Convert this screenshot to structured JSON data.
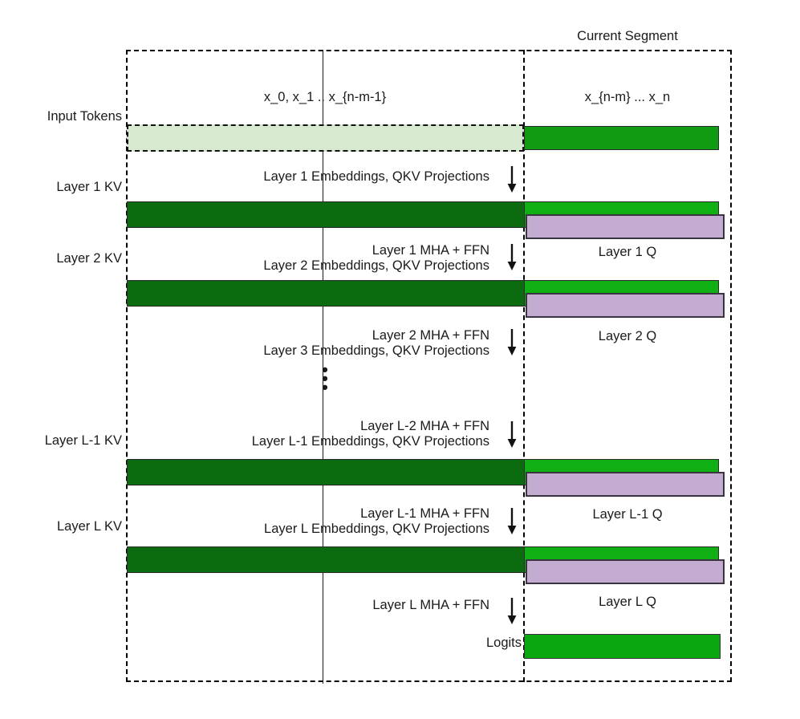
{
  "diagram": {
    "title_top_right": "Current Segment",
    "column_labels": {
      "past": "x_0, x_1 .. x_{n-m-1}",
      "current": "x_{n-m} ... x_n"
    },
    "row_labels": [
      "Input Tokens",
      "Layer 1 KV",
      "Layer 2 KV",
      "Layer L-1 KV",
      "Layer L KV",
      "Logits"
    ],
    "transition_labels": [
      {
        "line1": "",
        "line2": "Layer 1 Embeddings, QKV Projections"
      },
      {
        "line1": "Layer 1 MHA + FFN",
        "line2": "Layer 2 Embeddings, QKV Projections"
      },
      {
        "line1": "Layer 2 MHA + FFN",
        "line2": "Layer 3 Embeddings, QKV Projections"
      },
      {
        "line1": "Layer L-2 MHA + FFN",
        "line2": "Layer L-1 Embeddings, QKV Projections"
      },
      {
        "line1": "Layer L-1 MHA + FFN",
        "line2": "Layer L Embeddings, QKV Projections"
      },
      {
        "line1": "Layer L MHA + FFN",
        "line2": ""
      }
    ],
    "q_labels": [
      "Layer 1 Q",
      "Layer 2 Q",
      "Layer L-1 Q",
      "Layer L Q"
    ],
    "vertical_ellipsis": "⋮",
    "colors": {
      "kv_dark_green": "#0a6b0f",
      "kv_bright_green": "#10b015",
      "q_purple": "#c3abd2",
      "input_pale_green": "#d8e9d2",
      "logits_green": "#0aa80e",
      "outline": "#2b2b2b",
      "frame": "#000000"
    }
  }
}
